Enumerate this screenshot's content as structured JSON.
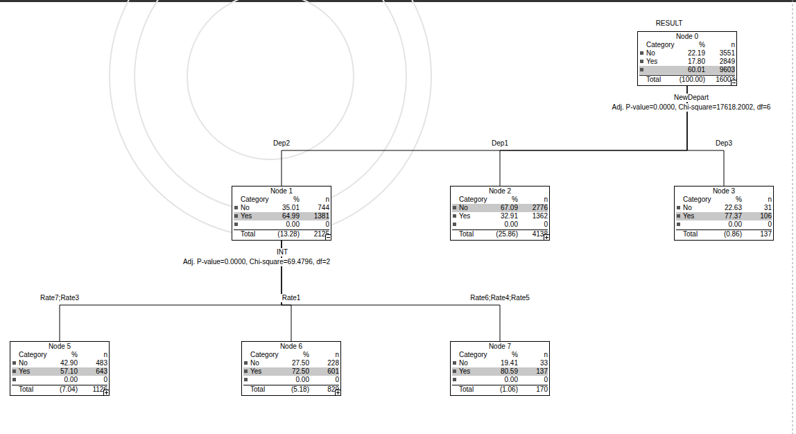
{
  "diagram": {
    "nodes": [
      {
        "text": [
          "Node 0",
          "Category",
          "%",
          "n",
          "No",
          "22.19",
          "3551",
          "Yes",
          "17.80",
          "2849",
          "60.01",
          "9603",
          "Total",
          "(100.00)",
          "16003"
        ]
      },
      {
        "text": [
          "Node 1",
          "Category",
          "%",
          "n",
          "No",
          "35.01",
          "744",
          "Yes",
          "64.99",
          "1381",
          "0.00",
          "0",
          "Total",
          "(13.28)",
          "2125"
        ]
      },
      {
        "text": [
          "Node 2",
          "Category",
          "%",
          "n",
          "No",
          "67.09",
          "2776",
          "Yes",
          "32.91",
          "1362",
          "0.00",
          "0",
          "Total",
          "(25.86)",
          "4138"
        ]
      },
      {
        "text": [
          "Node 3",
          "Category",
          "%",
          "n",
          "No",
          "22.63",
          "31",
          "Yes",
          "77.37",
          "106",
          "0.00",
          "0",
          "Total",
          "(0.86)",
          "137"
        ]
      },
      {
        "text": [
          "Node 5",
          "Category",
          "%",
          "n",
          "No",
          "42.90",
          "483",
          "Yes",
          "57.10",
          "643",
          "0.00",
          "0",
          "Total",
          "(7.04)",
          "1126"
        ]
      },
      {
        "text": [
          "Node 6",
          "Category",
          "%",
          "n",
          "No",
          "27.50",
          "228",
          "Yes",
          "72.50",
          "601",
          "0.00",
          "0",
          "Total",
          "(5.18)",
          "829"
        ]
      },
      {
        "text": [
          "Node 7",
          "Category",
          "%",
          "n",
          "No",
          "19.41",
          "33",
          "Yes",
          "80.59",
          "137",
          "0.00",
          "0",
          "Total",
          "(1.06)",
          "170"
        ]
      }
    ],
    "edges": [
      {
        "from": 0,
        "to": 1,
        "label": "Dep2",
        "arrow": "none"
      },
      {
        "from": 0,
        "to": 2,
        "label": "Dep1",
        "arrow": "none"
      },
      {
        "from": 0,
        "to": 3,
        "label": "Dep3",
        "arrow": "none"
      },
      {
        "from": 1,
        "to": 4,
        "label": "Rate7;Rate3",
        "arrow": "none"
      },
      {
        "from": 1,
        "to": 5,
        "label": "Rate1",
        "arrow": "none"
      },
      {
        "from": 1,
        "to": 6,
        "label": "Rate6;Rate4;Rate5",
        "arrow": "none"
      }
    ],
    "labels": [
      "RESULT",
      "NewDepart",
      "Adj. P-value=0.0000, Chi-square=17618.2002, df=6",
      "INT",
      "Adj. P-value=0.0000, Chi-square=69.4796, df=2"
    ]
  }
}
